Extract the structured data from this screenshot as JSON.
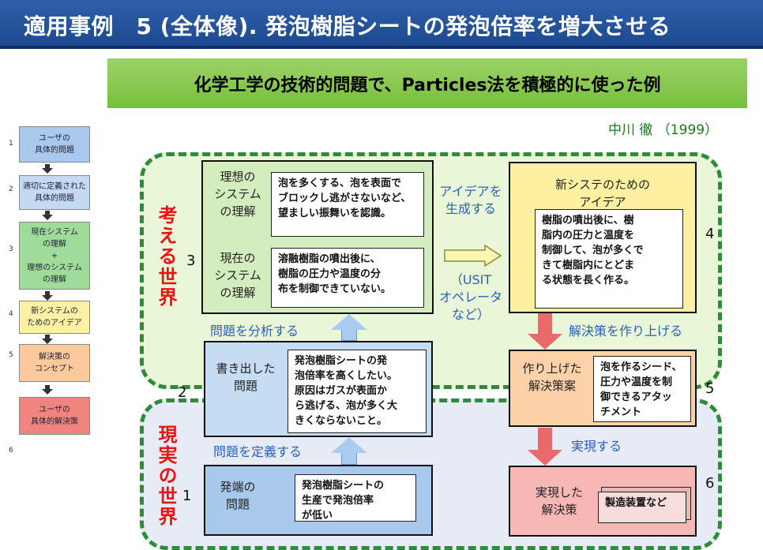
{
  "title": "適用事例　5 (全体像).  発泡樹脂シートの発泡倍率を増大させる",
  "subtitle": "化学工学の技術的問題で、Particles法を積極的に使った例",
  "author": "中川 徹 （1999）",
  "colors": {
    "title_bg": "#1d4a8f",
    "subtitle_bg": "#8ccb51",
    "world_border": "#2e8b3a",
    "world_label": "#e8140f",
    "blue_text": "#2a62b8"
  },
  "flow": {
    "numbers": [
      "1",
      "2",
      "3",
      "4",
      "5",
      "6"
    ],
    "steps": [
      "ユーザの\n具体的問題",
      "適切に定義された\n具体的問題",
      "現在システム\nの理解\n+\n理想のシステム\nの理解",
      "新システムの\nためのアイデア",
      "解決策の\nコンセプト",
      "ユーザの\n具体的解決策"
    ]
  },
  "worlds": {
    "think": "考える世界",
    "real": "現実の世界"
  },
  "numbers": {
    "n1": "1",
    "n2": "2",
    "n3": "3",
    "n4": "4",
    "n5": "5",
    "n6": "6"
  },
  "boxes": {
    "ideal_label": "理想の\nシステム\nの理解",
    "ideal_note": "泡を多くする、泡を表面で\nブロックし逃がさないなど、\n望ましい振舞いを認識。",
    "current_label": "現在の\nシステム\nの理解",
    "current_note": "溶融樹脂の噴出後に、\n樹脂の圧力や温度の分\n布を制御できていない。",
    "idea_label": "新システのための\nアイデア",
    "idea_note": "樹脂の噴出後に、樹\n脂内の圧力と温度を\n制御して、泡が多くで\nきて樹脂内にとどま\nる状態を長く作る。",
    "writeout_label": "書き出した\n問題",
    "writeout_note": "発泡樹脂シートの発\n泡倍率を高くしたい。\n原因はガスが表面か\nら逃げる、泡が多く大\nきくならないこと。",
    "solution_label": "作り上げた\n解決策案",
    "solution_note": "泡を作るシード、\n圧力や温度を制\n御できるアタッ\nチメント",
    "origin_label": "発端の\n問題",
    "origin_note": "発泡樹脂シートの\n生産で発泡倍率\nが低い",
    "realized_label": "実現した\n解決策",
    "realized_note": "製造装置など"
  },
  "arrows": {
    "generate": "アイデアを\n生成する",
    "usit": "（USIT\nオペレータ\nなど）",
    "analyze": "問題を分析する",
    "build": "解決策を作り上げる",
    "define": "問題を定義する",
    "realize": "実現する"
  }
}
